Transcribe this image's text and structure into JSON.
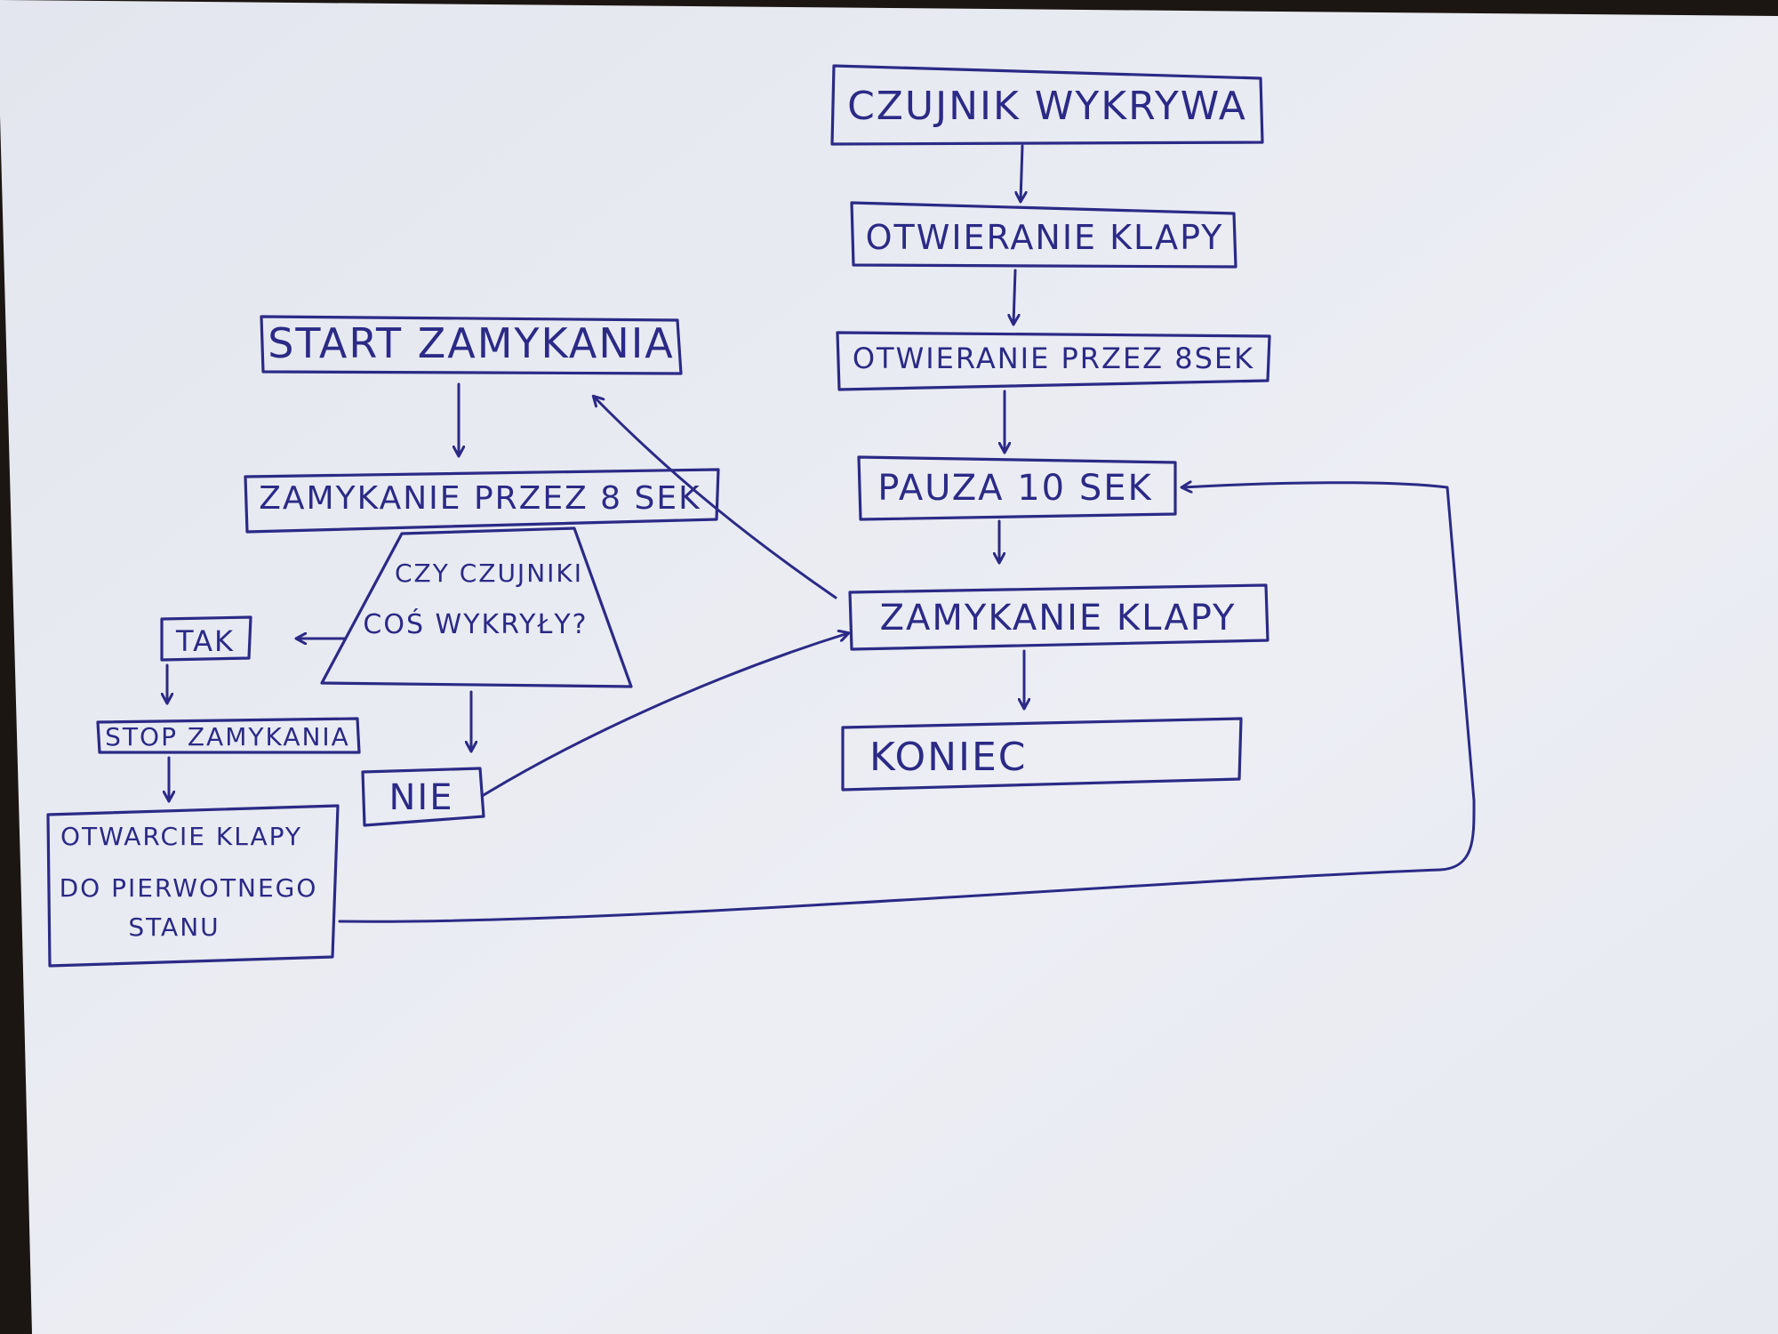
{
  "diagram": {
    "nodes": {
      "czujnik": "CZUJNIK WYKRYWA",
      "otwieranie": "OTWIERANIE KLAPY",
      "otwieranie_8": "OTWIERANIE PRZEZ 8SEK",
      "pauza": "PAUZA 10 SEK",
      "zamykanie": "ZAMYKANIE KLAPY",
      "koniec": "KONIEC",
      "start_zamykania": "START ZAMYKANIA",
      "zamykanie_8": "ZAMYKANIE PRZEZ 8 SEK",
      "decision_line1": "CZY CZUJNIKI",
      "decision_line2": "COŚ WYKRYŁY?",
      "tak": "TAK",
      "nie": "NIE",
      "stop_zamykania": "STOP ZAMYKANIA",
      "otwarcie_line1": "OTWARCIE KLAPY",
      "otwarcie_line2": "DO PIERWOTNEGO",
      "otwarcie_line3": "STANU"
    }
  },
  "colors": {
    "ink": "#2b2a86",
    "paper": "#e9ecf3",
    "background": "#1c1612"
  }
}
